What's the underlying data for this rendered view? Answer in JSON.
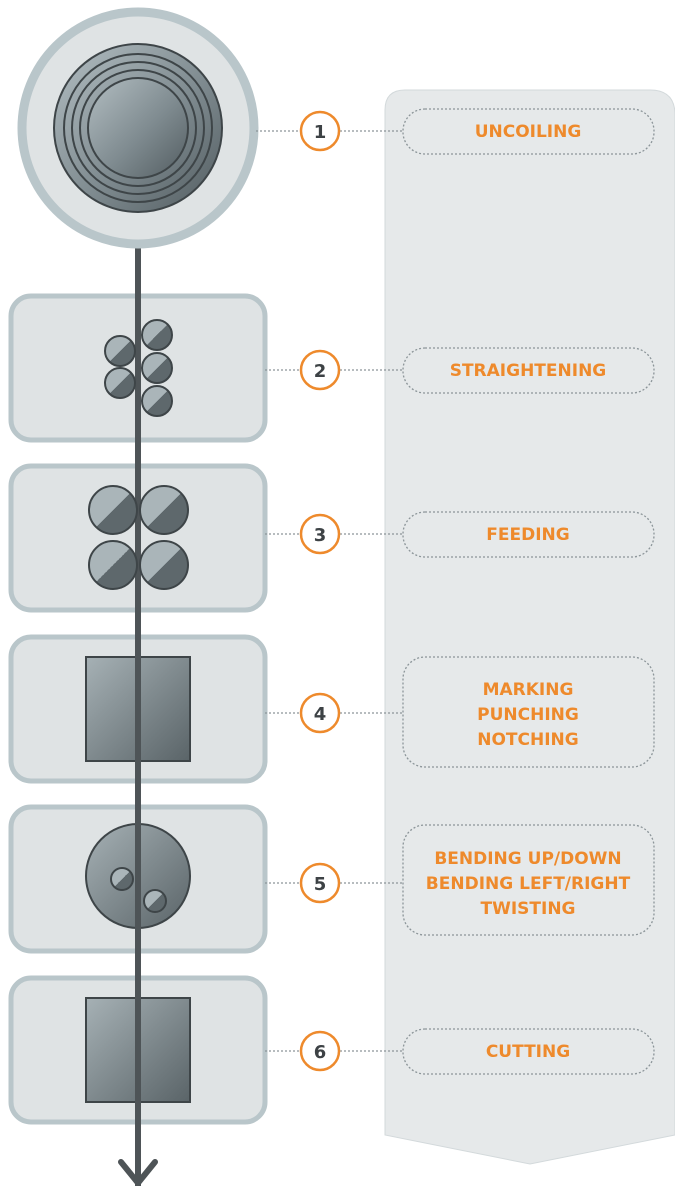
{
  "colors": {
    "accent": "#ee8a2c",
    "panel_fill": "#dfe3e4",
    "panel_border": "#b9c6ca",
    "metal_dark": "#5f6a6e",
    "wire": "#4e5457",
    "guide_fill": "#e6e9ea"
  },
  "steps": [
    {
      "number": "1",
      "lines": [
        "UNCOILING"
      ]
    },
    {
      "number": "2",
      "lines": [
        "STRAIGHTENING"
      ]
    },
    {
      "number": "3",
      "lines": [
        "FEEDING"
      ]
    },
    {
      "number": "4",
      "lines": [
        "MARKING",
        "PUNCHING",
        "NOTCHING"
      ]
    },
    {
      "number": "5",
      "lines": [
        "BENDING UP/DOWN",
        "BENDING LEFT/RIGHT",
        "TWISTING"
      ]
    },
    {
      "number": "6",
      "lines": [
        "CUTTING"
      ]
    }
  ],
  "icons": [
    "coil-icon",
    "straightening-rollers-icon",
    "feed-rollers-icon",
    "punch-block-icon",
    "bending-head-icon",
    "cutter-block-icon",
    "arrow-down-icon"
  ]
}
